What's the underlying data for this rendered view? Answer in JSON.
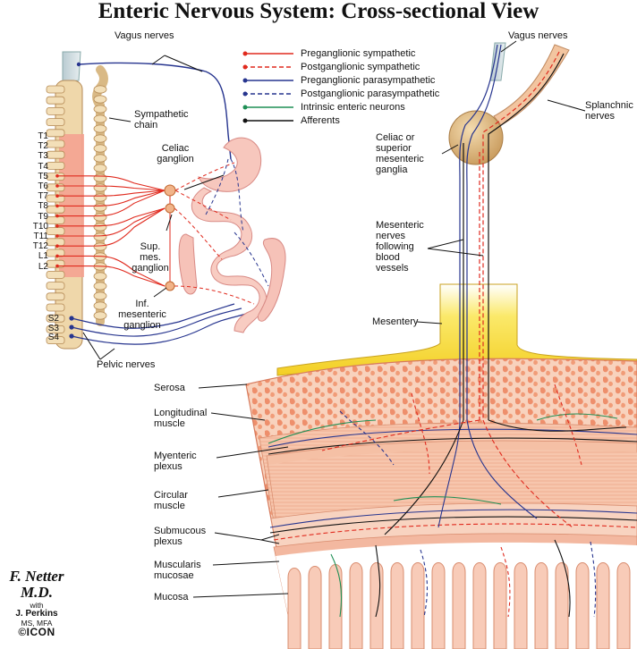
{
  "title": "Enteric Nervous System: Cross-sectional View",
  "legend": [
    {
      "label": "Preganglionic sympathetic",
      "color": "#e02a1e",
      "dashed": false
    },
    {
      "label": "Postganglionic sympathetic",
      "color": "#e02a1e",
      "dashed": true
    },
    {
      "label": "Preganglionic parasympathetic",
      "color": "#27358f",
      "dashed": false
    },
    {
      "label": "Postganglionic parasympathetic",
      "color": "#27358f",
      "dashed": true
    },
    {
      "label": "Intrinsic enteric neurons",
      "color": "#1f8f55",
      "dashed": false
    },
    {
      "label": "Afferents",
      "color": "#111111",
      "dashed": false
    }
  ],
  "labels": {
    "vagus_left": "Vagus nerves",
    "vagus_right": "Vagus nerves",
    "sympathetic_chain": "Sympathetic chain",
    "celiac_ganglion": "Celiac ganglion",
    "sup_mes_ganglion": "Sup. mes. ganglion",
    "inf_mes_ganglion": "Inf. mesenteric ganglion",
    "pelvic_nerves": "Pelvic nerves",
    "splanchnic_nerves": "Splanchnic nerves",
    "celiac_or_superior": "Celiac or superior mesenteric ganglia",
    "mesenteric_nerves": "Mesenteric nerves following blood vessels",
    "mesentery": "Mesentery",
    "serosa": "Serosa",
    "longitudinal_muscle": "Longitudinal muscle",
    "myenteric_plexus": "Myenteric plexus",
    "circular_muscle": "Circular muscle",
    "submucous_plexus": "Submucous plexus",
    "muscularis_mucosae": "Muscularis mucosae",
    "mucosa": "Mucosa"
  },
  "segments": {
    "thoracic_lumbar": [
      "T1",
      "T2",
      "T3",
      "T4",
      "T5",
      "T6",
      "T7",
      "T8",
      "T9",
      "T10",
      "T11",
      "T12",
      "L1",
      "L2"
    ],
    "sacral": [
      "S2",
      "S3",
      "S4"
    ]
  },
  "signature": {
    "artist": "F. Netter M.D.",
    "with": "with",
    "coartist": "J. Perkins",
    "degree": "MS, MFA",
    "publisher": "©ICON"
  },
  "colors": {
    "sympathetic": "#e02a1e",
    "parasympathetic": "#27358f",
    "enteric": "#1f8f55",
    "afferent": "#111111",
    "bone": "#efd7aa",
    "tissue": "#f7c7aa",
    "serosa": "#f3a07e",
    "mesentery": "#f7e04a"
  }
}
